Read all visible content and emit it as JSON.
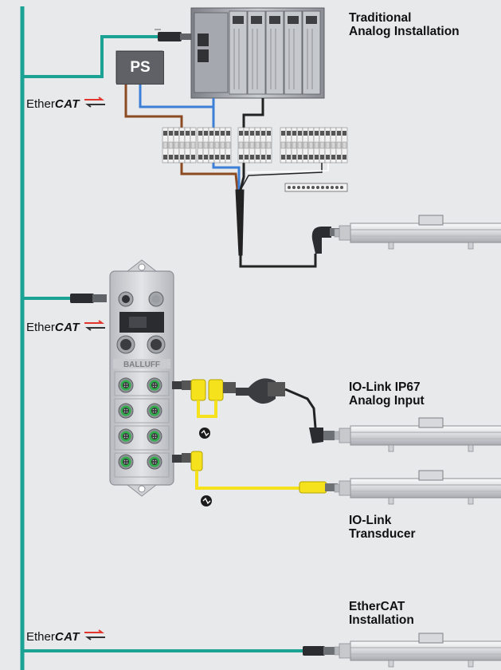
{
  "labels": {
    "traditional": [
      "Traditional",
      "Analog Installation"
    ],
    "iolink_ip67": [
      "IO-Link IP67",
      "Analog Input"
    ],
    "iolink_transducer": [
      "IO-Link",
      "Transducer"
    ],
    "ethercat_install": [
      "EtherCAT",
      "Installation"
    ]
  },
  "ethercat_logo": {
    "prefix": "Ether",
    "suffix": "CAT"
  },
  "power_supply": "PS",
  "hub_brand": "BALLUFF",
  "colors": {
    "bus": "#1aa394",
    "brown": "#8b4a22",
    "blue": "#3d7fd6",
    "black": "#222222",
    "yellow": "#f5e21c",
    "green_port": "#2fae4a",
    "logo_red": "#e2352e"
  }
}
